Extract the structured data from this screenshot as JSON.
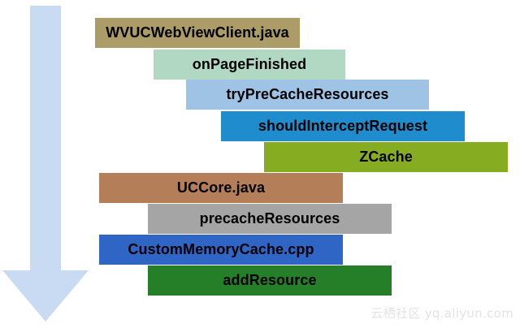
{
  "flow_arrow": {
    "icon": "down-arrow-icon",
    "color": "#c9daf3"
  },
  "steps": [
    {
      "id": "wvucwebviewclient",
      "label": "WVUCWebViewClient.java",
      "bg": "#ac9c67",
      "fg": "#000000"
    },
    {
      "id": "onpagefinished",
      "label": "onPageFinished",
      "bg": "#b1d8c3",
      "fg": "#000000"
    },
    {
      "id": "tryprecacheresources",
      "label": "tryPreCacheResources",
      "bg": "#9ec3e5",
      "fg": "#000000"
    },
    {
      "id": "shouldinterceptrequest",
      "label": "shouldInterceptRequest",
      "bg": "#1f8ccd",
      "fg": "#000000"
    },
    {
      "id": "zcache",
      "label": "ZCache",
      "bg": "#86ac22",
      "fg": "#000000"
    },
    {
      "id": "uccore",
      "label": "UCCore.java",
      "bg": "#b47e58",
      "fg": "#000000"
    },
    {
      "id": "precacheresources",
      "label": "precacheResources",
      "bg": "#a5a5a5",
      "fg": "#000000"
    },
    {
      "id": "custommemorycache",
      "label": "CustomMemoryCache.cpp",
      "bg": "#2f66c6",
      "fg": "#000000"
    },
    {
      "id": "addresource",
      "label": "addResource",
      "bg": "#247f28",
      "fg": "#000000"
    }
  ],
  "watermark": {
    "text": "云栖社区 yq.aliyun.com"
  }
}
